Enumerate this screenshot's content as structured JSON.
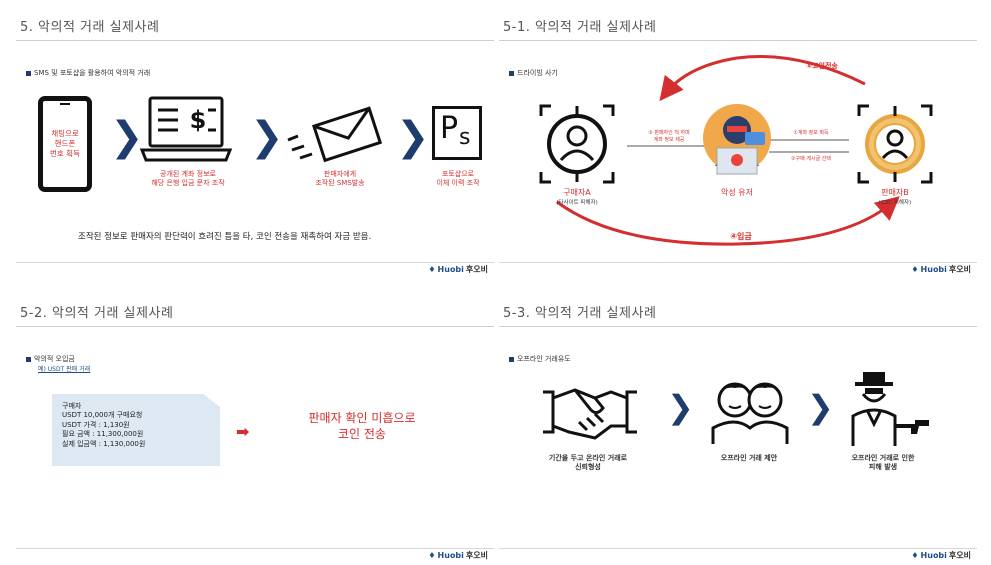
{
  "slides": [
    {
      "title": "5. 악의적 거래 실제사례",
      "subtitle": "SMS 및 포토샵을 활용하여 악의적 거래",
      "phone_text": "채팅으로\n핸드폰\n번호 획득",
      "step2": "공개된 계좌 정보로\n해당 은행 입금 문자 조작",
      "step3": "판매자에게\n조작된 SMS발송",
      "step4": "포토샵으로\n이체 이력 조작",
      "summary": "조작된 정보로 판매자의 판단력이 흐려진 틈을 타, 코인 전송을 재촉하여 자금 받음.",
      "logo": "Huobi",
      "logo_ko": "후오비"
    },
    {
      "title": "5-1. 악의적 거래 실제사례",
      "subtitle": "드라이빙 사기",
      "buyer": "구매자A",
      "buyer_sub": "(타사이트 피해자)",
      "seller": "판매자B",
      "seller_sub": "(C2C 피해자)",
      "malicious": "악성 유저",
      "arrow_top": "⑤코인전송",
      "arrow_bottom": "④입금",
      "note_left": "③ 판매자인 척 하며\n계좌 정보 제공",
      "note_right_1": "①계좌 정보 획득",
      "note_right_2": "②구매 게시글 선택",
      "logo": "Huobi",
      "logo_ko": "후오비"
    },
    {
      "title": "5-2. 악의적 거래 실제사례",
      "subtitle": "악의적 오입금",
      "example": "예) USDT 판매 거래",
      "card_lines": [
        "구매자",
        "USDT 10,000개 구매요청",
        "USDT 가격 : 1,130원",
        "필요 금액 : 11,300,000원",
        "실제 입금액 : 1,130,000원"
      ],
      "result": "판매자 확인 미흡으로\n코인 전송",
      "logo": "Huobi",
      "logo_ko": "후오비"
    },
    {
      "title": "5-3. 악의적 거래 실제사례",
      "subtitle": "오프라인 거래유도",
      "step1": "기간을 두고 온라인 거래로\n신뢰형성",
      "step2": "오프라인 거래 제안",
      "step3": "오프라인 거래로 인한\n피해 발생",
      "logo": "Huobi",
      "logo_ko": "후오비"
    }
  ]
}
